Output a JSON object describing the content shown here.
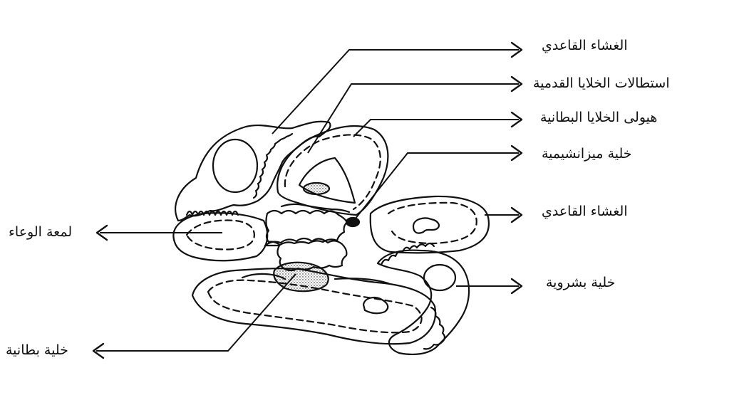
{
  "labels": {
    "basement_membrane_top": "الغشاء القاعدي",
    "podocyte_processes": "استطالات الخلايا القدمية",
    "endothelial_cytoplasm": "هيولى الخلايا البطانية",
    "mesangial_cell": "خلية ميزانشيمية",
    "basement_membrane_right": "الغشاء القاعدي",
    "epithelial_cell": "خلية بشروية",
    "capillary_lumen": "لمعة الوعاء",
    "endothelial_cell": "خلية بطانية"
  },
  "colors": {
    "line": "#111111",
    "background": "#ffffff"
  }
}
